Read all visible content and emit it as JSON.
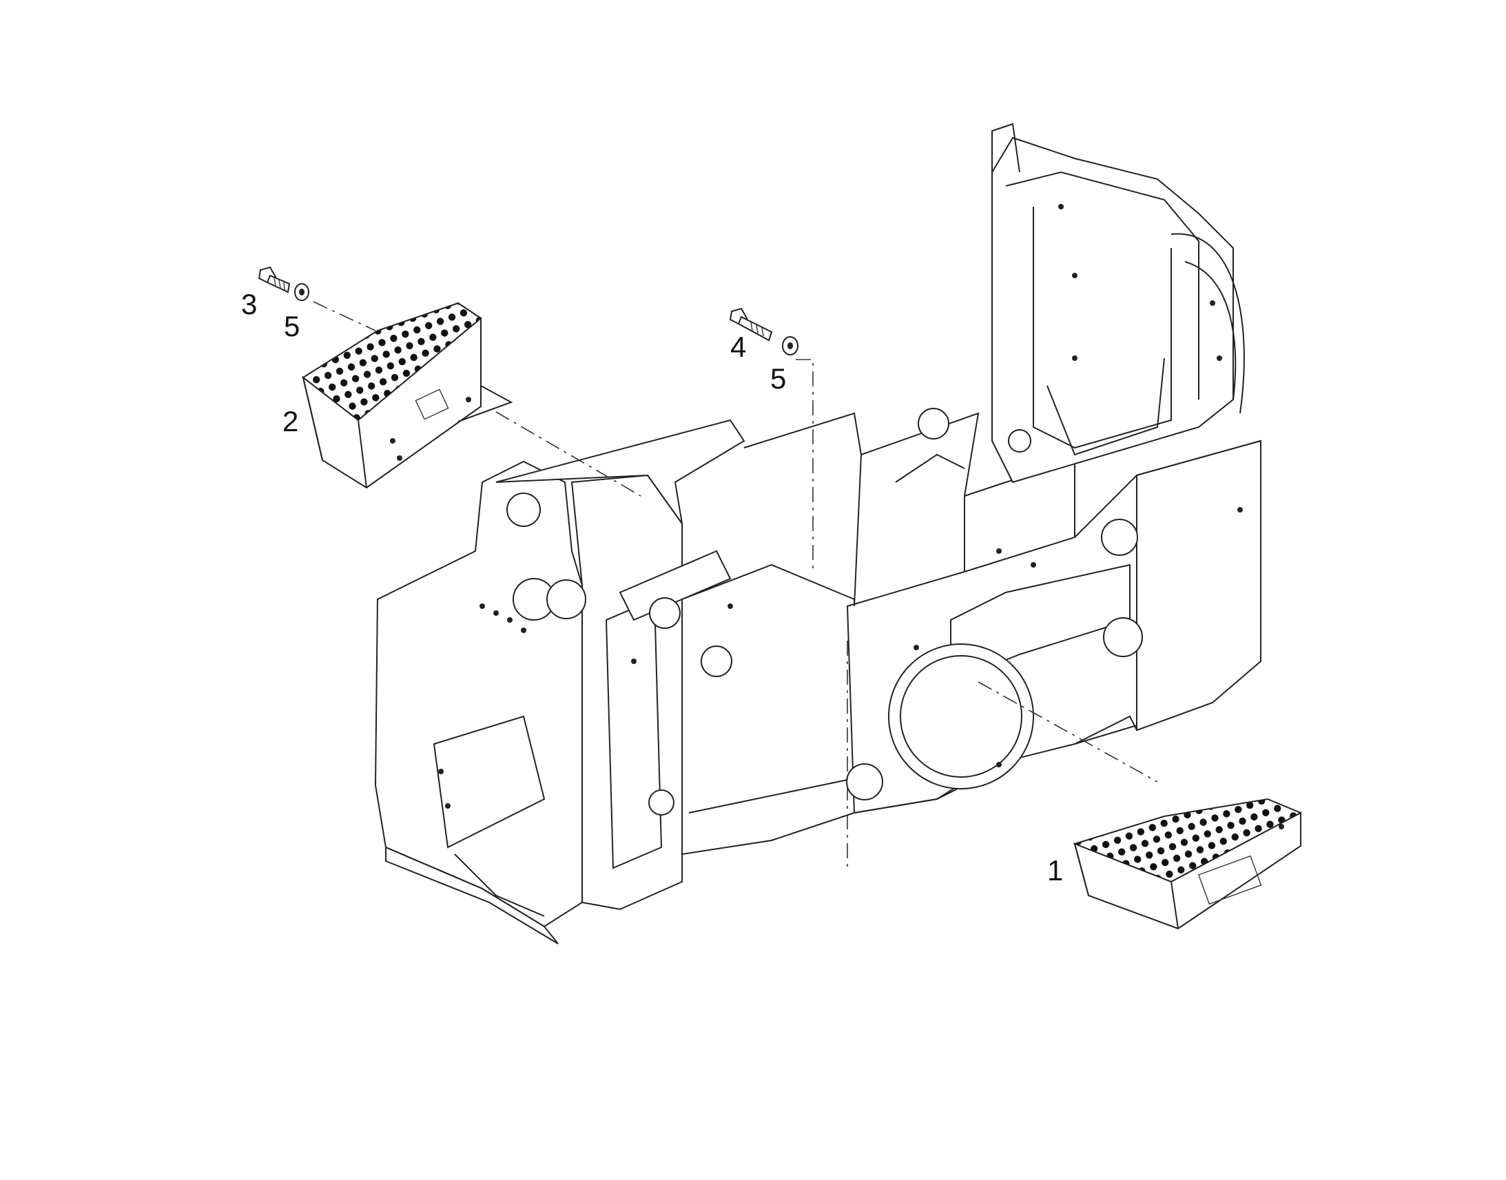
{
  "callouts": {
    "item1": "1",
    "item2": "2",
    "item3": "3",
    "item4": "4",
    "item5_left": "5",
    "item5_right": "5"
  },
  "colors": {
    "line": "#222222",
    "background": "#ffffff"
  }
}
